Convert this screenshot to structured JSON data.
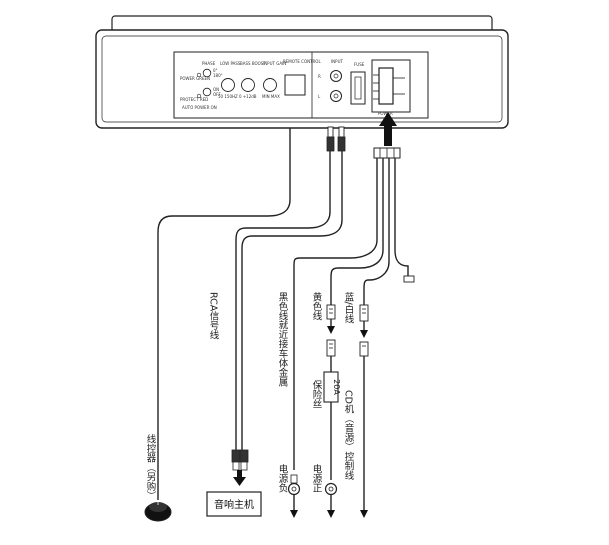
{
  "device": {
    "panel_labels": {
      "phase": "PHASE",
      "power_green": "POWER GREEN",
      "protect_red": "PROTECT RED",
      "auto_power_on": "AUTO POWER ON",
      "low_pass": "LOW PASS",
      "bass_boost": "BASS BOOST",
      "input_gain": "INPUT GAIN",
      "remote_control": "REMOTE CONTROL",
      "input": "INPUT",
      "fuse": "FUSE",
      "power": "POWER"
    },
    "panel_small": {
      "phase_0": "0°",
      "phase_180": "180°",
      "auto_on": "ON",
      "auto_off": "OFF",
      "lp_range": "50  150HZ",
      "bb_range": "0  +12dB",
      "gain_range": "MIN  MAX",
      "in_r": "R",
      "in_l": "L"
    }
  },
  "labels": {
    "rca_signal": "RCA信号线",
    "black_wire": "黑色线",
    "ground_note": "就近接车体金属",
    "yellow_wire": "黄色线",
    "blue_white_wire": "蓝/白线",
    "fuse_holder": "保险丝",
    "fuse_value": "20A",
    "cd_control": "CD机（音源）控制线",
    "remote_knob": "线控器（另购）",
    "power_negative": "电源负",
    "power_positive": "电源正",
    "head_unit": "音响主机"
  }
}
